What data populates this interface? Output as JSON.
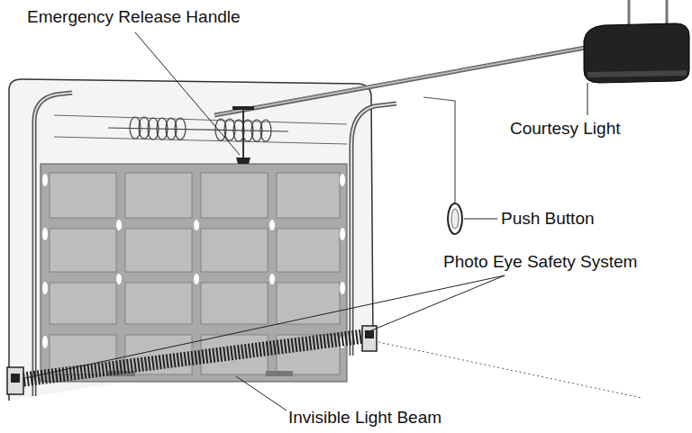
{
  "diagram": {
    "labels": [
      "Emergency Release Handle",
      "Courtesy Light",
      "Push Button",
      "Photo Eye Safety System",
      "Invisible Light Beam"
    ]
  }
}
